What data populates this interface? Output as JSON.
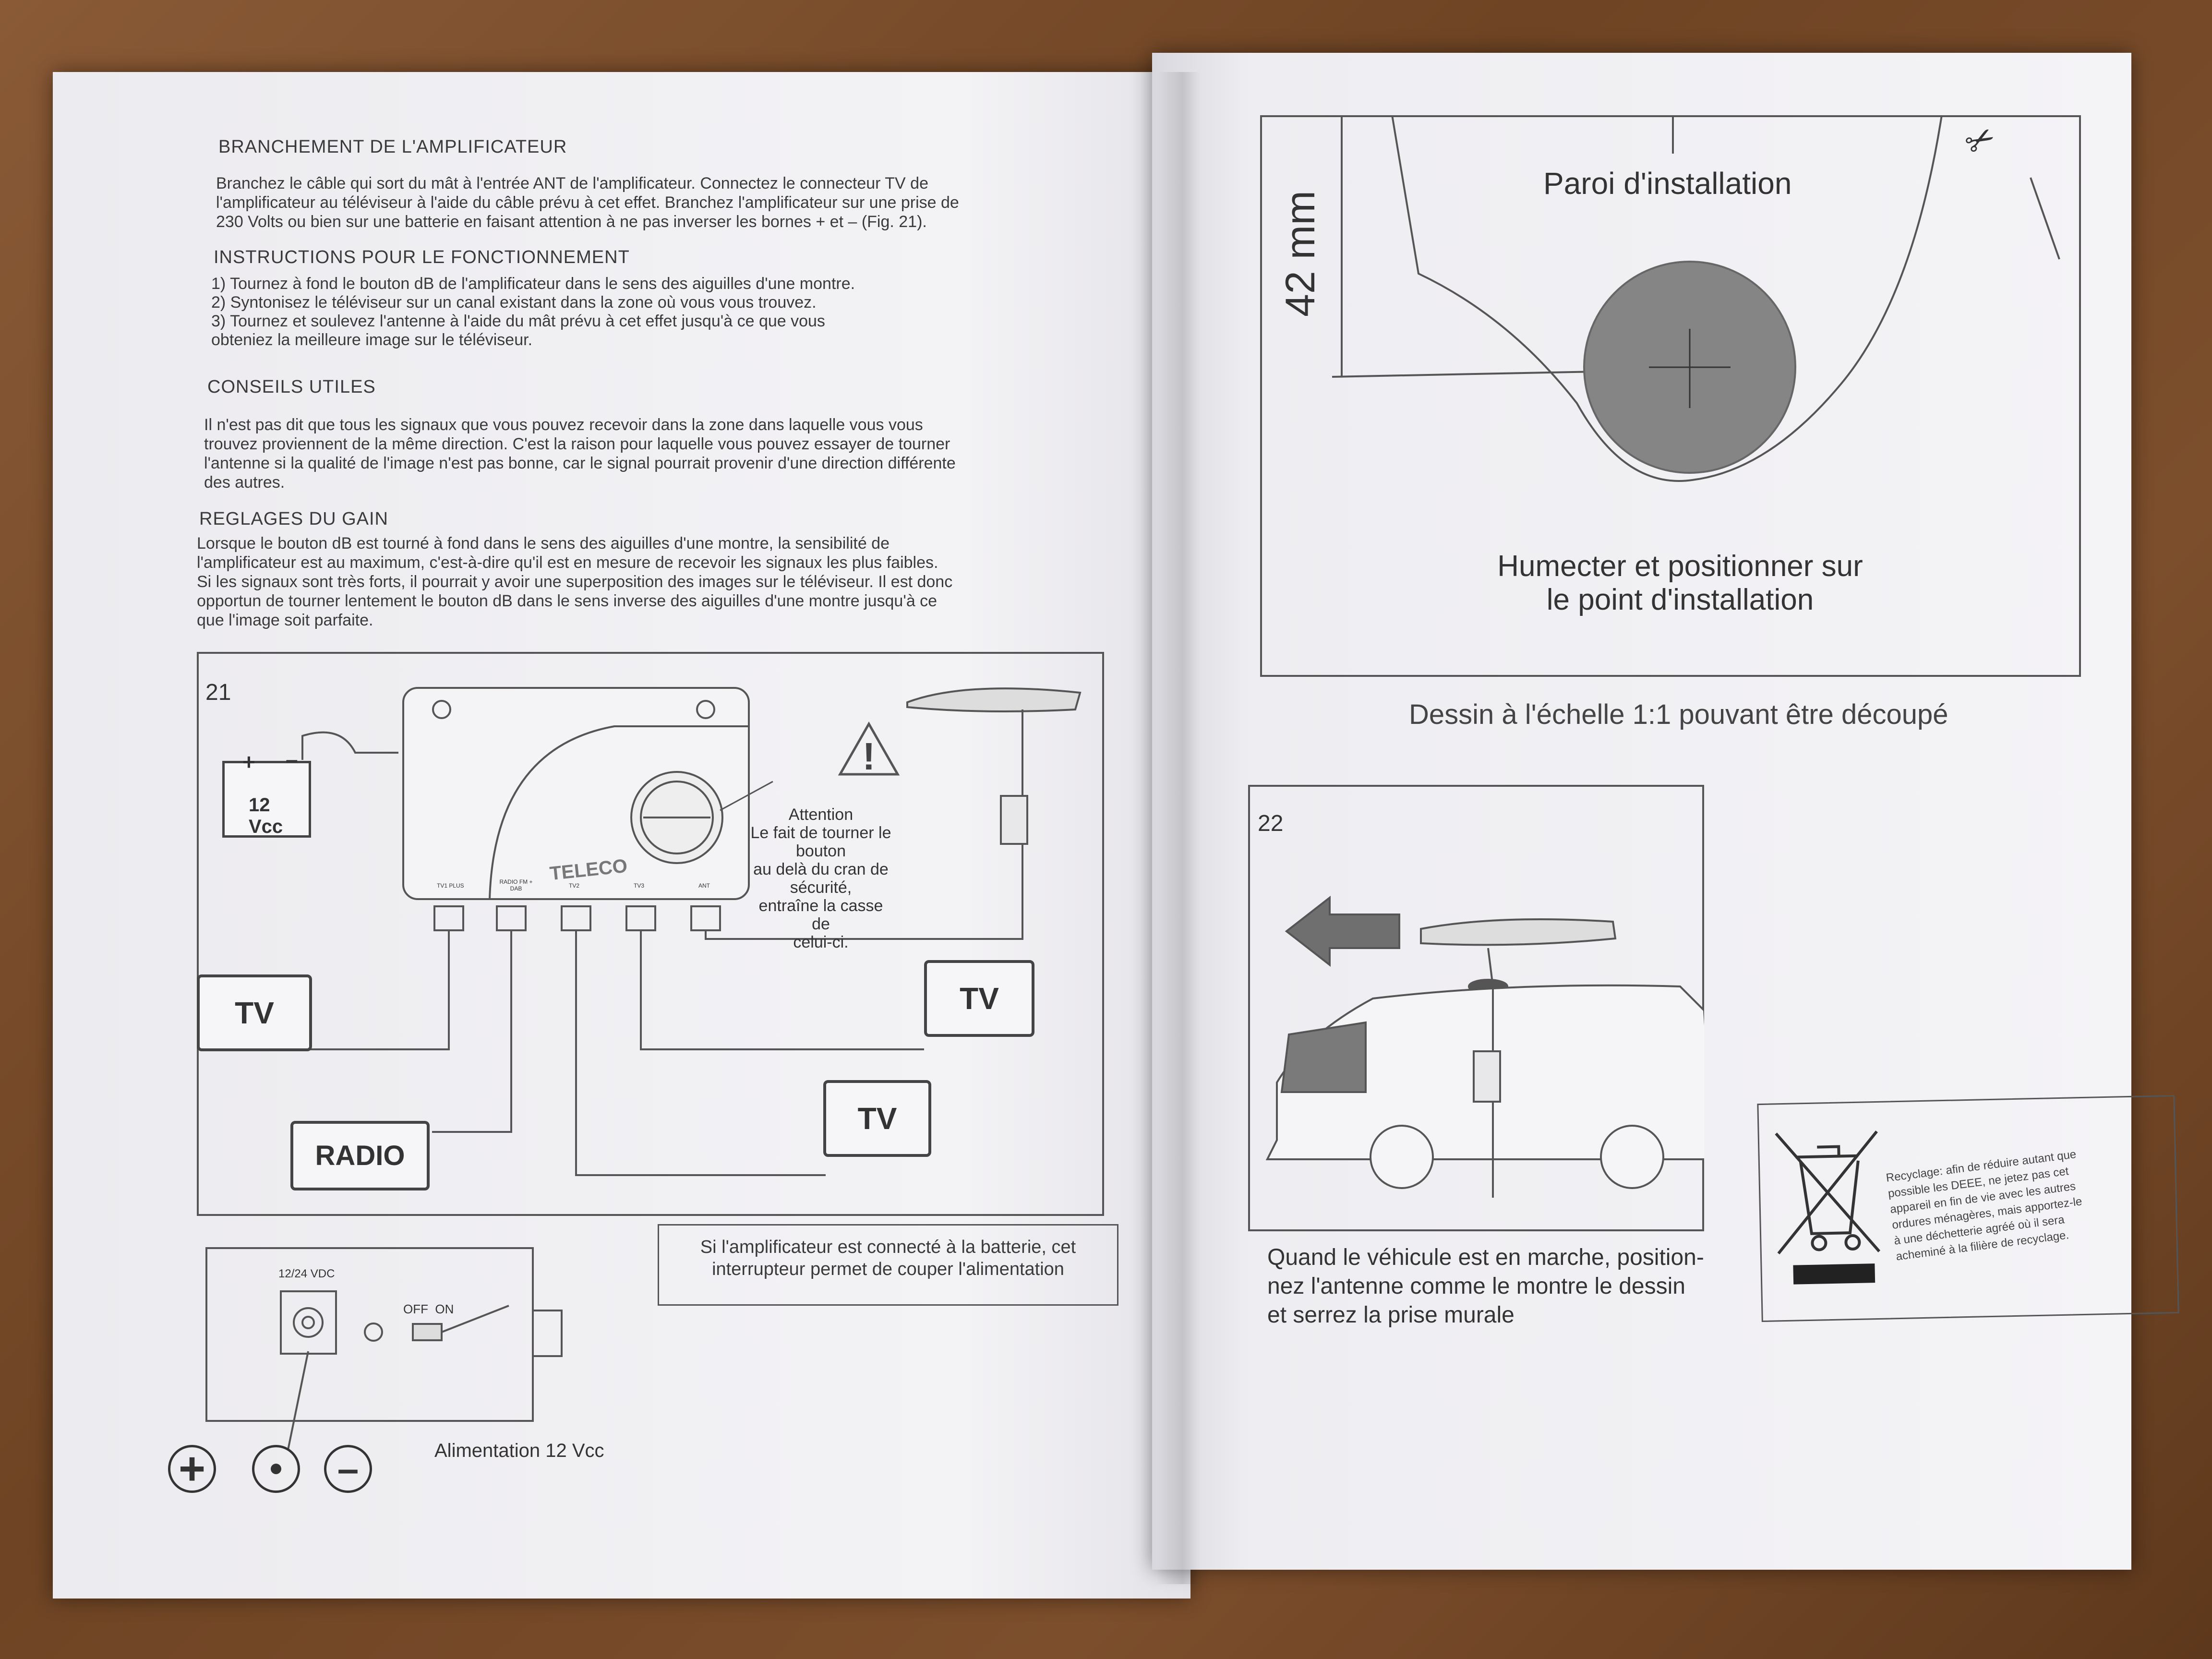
{
  "left": {
    "sections": [
      {
        "heading": "BRANCHEMENT DE L'AMPLIFICATEUR",
        "lines": [
          "Branchez le câble qui sort du mât à l'entrée ANT de l'amplificateur. Connectez le connecteur TV de",
          "l'amplificateur au téléviseur à l'aide du câble prévu à cet effet. Branchez l'amplificateur sur une prise de",
          "230 Volts ou bien sur une batterie en faisant attention à ne pas inverser les bornes + et – (Fig. 21)."
        ]
      },
      {
        "heading": "INSTRUCTIONS POUR LE FONCTIONNEMENT",
        "items": [
          "1)  Tournez à fond le bouton dB de l'amplificateur dans le sens des aiguilles d'une montre.",
          "2)  Syntonisez le téléviseur sur un canal existant dans la zone où vous vous trouvez.",
          "3)  Tournez et soulevez l'antenne à l'aide du mât prévu à cet effet jusqu'à ce que vous",
          "      obteniez la meilleure image sur le téléviseur."
        ]
      },
      {
        "heading": "CONSEILS UTILES",
        "lines": [
          "Il n'est pas dit que tous les signaux que vous pouvez recevoir dans la zone dans laquelle vous vous",
          "trouvez proviennent de la même direction. C'est la raison pour laquelle vous pouvez essayer de tourner",
          "l'antenne si la qualité de l'image n'est pas bonne, car le signal pourrait provenir d'une direction différente",
          "des autres."
        ]
      },
      {
        "heading": "REGLAGES DU GAIN",
        "lines": [
          "Lorsque le bouton dB est tourné à fond dans le sens des aiguilles d'une montre, la sensibilité de",
          "l'amplificateur est au maximum, c'est-à-dire qu'il est en mesure de recevoir les signaux les plus faibles.",
          "Si les signaux sont très forts, il pourrait y avoir une superposition des images sur le téléviseur. Il est donc",
          "opportun de tourner lentement le bouton dB dans le sens inverse des aiguilles d'une montre jusqu'à ce",
          "que l'image soit parfaite."
        ]
      }
    ],
    "fig21": {
      "number": "21",
      "battery_label": "12 Vcc",
      "battery_plus": "+",
      "battery_minus": "–",
      "brand": "TELECO",
      "attention_title": "Attention",
      "attention_lines": [
        "Le fait de tourner le bouton",
        "au delà du cran de sécurité,",
        "entraîne la casse de",
        "celui-ci."
      ],
      "tv_label": "TV",
      "radio_label": "RADIO",
      "ports": [
        "TV1 PLUS",
        "RADIO FM + DAB",
        "TV2",
        "TV3",
        "ANT"
      ]
    },
    "supply": {
      "vdc_label": "12/24 VDC",
      "switch_label": "OFF  ON",
      "callout_lines": [
        "Si l'amplificateur est connecté à la batterie, cet",
        "interrupteur permet de couper l'alimentation"
      ],
      "caption": "Alimentation 12 Vcc",
      "symbol_plus": "+",
      "symbol_minus": "–"
    }
  },
  "right": {
    "template": {
      "dimension": "42 mm",
      "wall_label": "Paroi d'installation",
      "instruction_lines": [
        "Humecter et positionner sur",
        "le point d'installation"
      ],
      "scissors": "✂"
    },
    "scale_caption": "Dessin à l'échelle 1:1 pouvant être découpé",
    "fig22": {
      "number": "22",
      "caption_lines": [
        "Quand le véhicule est en marche, position-",
        "nez l'antenne comme le montre le dessin",
        "et serrez la prise murale"
      ]
    },
    "recycling": {
      "lines": [
        "Recyclage: afin de réduire autant que",
        "possible les DEEE, ne jetez pas cet",
        "appareil en fin de vie avec les autres",
        "ordures ménagères, mais apportez-le",
        "à une déchetterie agréé où il sera",
        "acheminé à la filière de recyclage."
      ]
    }
  }
}
